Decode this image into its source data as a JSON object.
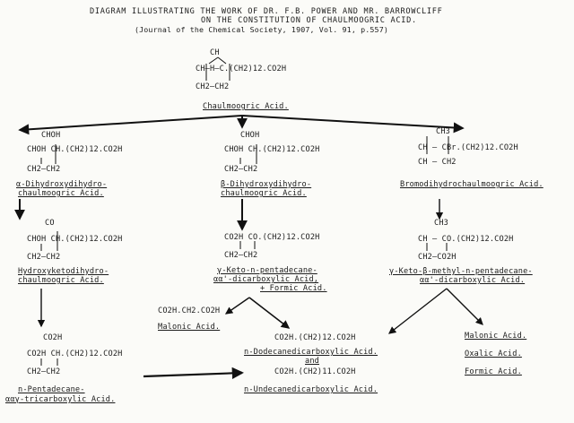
{
  "header": {
    "line1": "DIAGRAM ILLUSTRATING THE WORK OF DR. F.B. POWER AND MR. BARROWCLIFF",
    "line2": "ON THE CONSTITUTION OF CHAULMOOGRIC ACID.",
    "line3": "(Journal of the Chemical Society, 1907, Vol. 91, p.557)"
  },
  "compounds": {
    "chaulmoogric": {
      "top": "CH",
      "mid": "CH—H—C.(CH2)12.CO2H",
      "bot": "CH2—CH2",
      "name": "Chaulmoogric Acid."
    },
    "dihydroxy_a": {
      "l1": "CHOH",
      "l2": "CHOH  CH.(CH2)12.CO2H",
      "l3": "CH2—CH2",
      "name1": "α-Dihydroxydihydro-",
      "name2": "chaulmoogric Acid."
    },
    "dihydroxy_b": {
      "l1": "CHOH",
      "l2": "CHOH  CH.(CH2)12.CO2H",
      "l3": "CH2—CH2",
      "name1": "β-Dihydroxydihydro-",
      "name2": "chaulmoogric Acid."
    },
    "bromo": {
      "l1": "CH3",
      "l2": "CH — CBr.(CH2)12.CO2H",
      "l3": "CH — CH2",
      "name": "Bromodihydrochaulmoogric Acid."
    },
    "hydroxyketo": {
      "l1": "CO",
      "l2": "CHOH  CH.(CH2)12.CO2H",
      "l3": "CH2—CH2",
      "name1": "Hydroxyketodihydro-",
      "name2": "chaulmoogric Acid."
    },
    "keto_pentadecane": {
      "l1": "CO2H   CO.(CH2)12.CO2H",
      "l2": "CH2—CH2",
      "name1": "γ-Keto-n-pentadecane-",
      "name2": "αα'-dicarboxylic Acid,",
      "name3": "+ Formic Acid."
    },
    "keto_methyl": {
      "l1": "CH3",
      "l2": "CH — CO.(CH2)12.CO2H",
      "l3": "CH2—CO2H",
      "name1": "γ-Keto-β-methyl-n-pentadecane-",
      "name2": "αα'-dicarboxylic Acid."
    },
    "malonic_left": {
      "formula": "CO2H.CH2.CO2H",
      "name": "Malonic Acid."
    },
    "tricarboxylic": {
      "l1": "CO2H",
      "l2": "CO2H  CH.(CH2)12.CO2H",
      "l3": "CH2—CH2",
      "name1": "n-Pentadecane-",
      "name2": "ααγ-tricarboxylic Acid."
    },
    "dodecane": {
      "formula": "CO2H.(CH2)12.CO2H",
      "name": "n-Dodecanedicarboxylic Acid.",
      "and": "and"
    },
    "undecane": {
      "formula": "CO2H.(CH2)11.CO2H",
      "name": "n-Undecanedicarboxylic Acid."
    },
    "right_products": {
      "malonic": "Malonic Acid.",
      "oxalic": "Oxalic Acid.",
      "formic": "Formic Acid."
    }
  }
}
